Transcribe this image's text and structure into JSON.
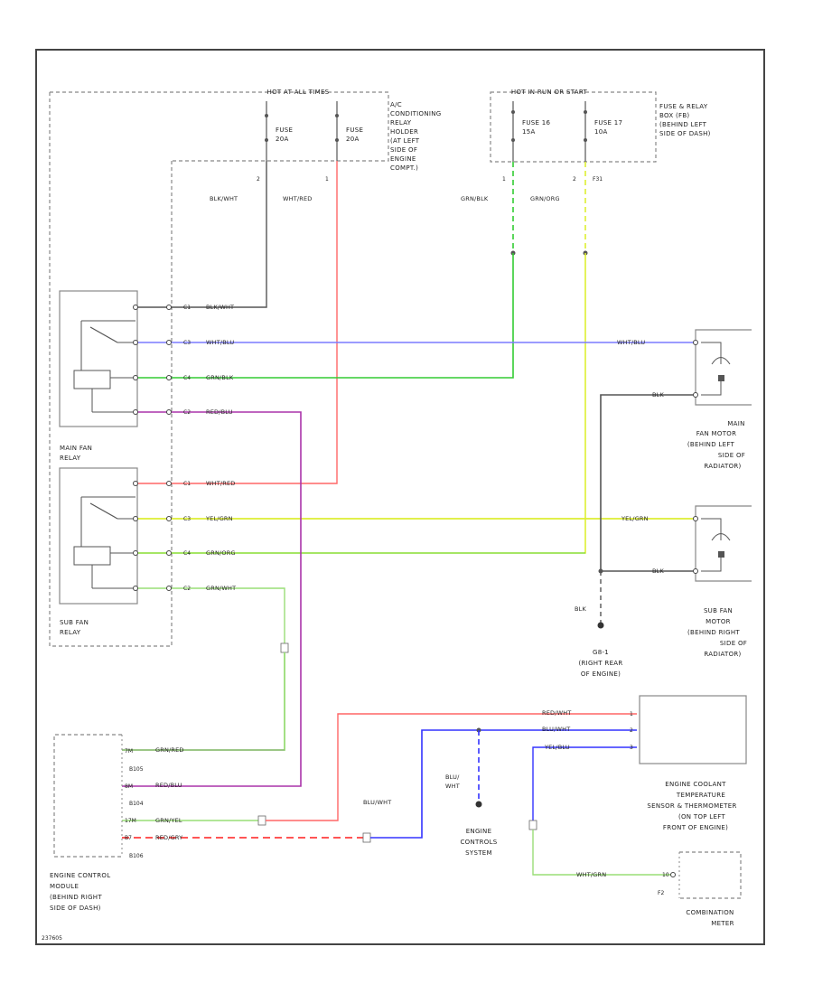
{
  "diagram": {
    "power_box": {
      "title": "HOT AT ALL TIMES",
      "fuse_a": [
        "FUSE",
        "20A"
      ],
      "fuse_b": [
        "FUSE",
        "20A"
      ],
      "relay_holder_label": [
        "A/C",
        "CONDITIONING",
        "RELAY",
        "HOLDER",
        "(AT LEFT",
        "SIDE OF",
        "ENGINE",
        "COMPT.)"
      ],
      "pin_a": "2",
      "pin_b": "1",
      "wire_a": "BLK/WHT",
      "wire_b": "WHT/RED"
    },
    "ignition_box": {
      "title": "HOT IN RUN OR START",
      "fuse_a": [
        "FUSE 16",
        "15A"
      ],
      "fuse_b": [
        "FUSE 17",
        "10A"
      ],
      "box_label": [
        "FUSE & RELAY",
        "BOX (FB)",
        "(BEHIND LEFT",
        "SIDE OF DASH)"
      ],
      "pin_a": "1",
      "pin_b": "2",
      "pin_b2": "F31",
      "wire_a": "GRN/BLK",
      "wire_b": "GRN/ORG"
    },
    "main_relay": {
      "label": [
        "MAIN FAN",
        "RELAY"
      ],
      "wires": [
        "BLK/WHT",
        "WHT/BLU",
        "GRN/BLK",
        "RED/BLU"
      ],
      "pins": [
        "C1",
        "C3",
        "C4",
        "C2"
      ]
    },
    "sub_relay": {
      "label": [
        "SUB FAN",
        "RELAY"
      ],
      "wires": [
        "WHT/RED",
        "YEL/GRN",
        "GRN/ORG",
        "GRN/WHT"
      ],
      "pins": [
        "C1",
        "C3",
        "C4",
        "C2"
      ]
    },
    "main_fan": {
      "label": [
        "MAIN",
        "FAN MOTOR",
        "(BEHIND LEFT",
        "SIDE OF",
        "RADIATOR)"
      ],
      "wire_in": "WHT/BLU",
      "wire_gnd": "BLK"
    },
    "sub_fan": {
      "label": [
        "SUB FAN",
        "MOTOR",
        "(BEHIND RIGHT",
        "SIDE OF",
        "RADIATOR)"
      ],
      "wire_in": "YEL/GRN",
      "wire_gnd": "BLK"
    },
    "ground": {
      "wire": "BLK",
      "label": [
        "G8-1",
        "(RIGHT REAR",
        "OF ENGINE)"
      ]
    },
    "ecm": {
      "label": [
        "ENGINE CONTROL",
        "MODULE",
        "(BEHIND RIGHT",
        "SIDE OF DASH)"
      ],
      "wires": [
        "GRN/RED",
        "RED/BLU",
        "GRN/YEL",
        "RED/GRY"
      ],
      "pins": [
        "7M",
        "B105",
        "8M",
        "B104",
        "17M",
        "B7",
        "B106"
      ]
    },
    "ect": {
      "label": [
        "ENGINE COOLANT",
        "TEMPERATURE",
        "SENSOR & THERMOMETER",
        "(ON TOP LEFT",
        "FRONT OF ENGINE)"
      ],
      "wires": [
        "RED/WHT",
        "BLU/WHT",
        "YEL/BLU"
      ],
      "pins": [
        "1",
        "2",
        "3"
      ]
    },
    "ecs": {
      "label": [
        "ENGINE",
        "CONTROLS",
        "SYSTEM"
      ],
      "wire": [
        "BLU/",
        "WHT"
      ],
      "left_wire": "BLU/WHT"
    },
    "meter": {
      "label": [
        "COMBINATION",
        "METER"
      ],
      "wire": "WHT/GRN",
      "pins": [
        "10",
        "F2"
      ]
    },
    "footer": "237605"
  },
  "colors": {
    "black": "#555555",
    "red": "#ff6666",
    "blue": "#3333ff",
    "light_blue": "#7a7aff",
    "green": "#33cc33",
    "yellow_green": "#ddee33",
    "purple": "#aa33aa",
    "light_green": "#99dd77"
  }
}
